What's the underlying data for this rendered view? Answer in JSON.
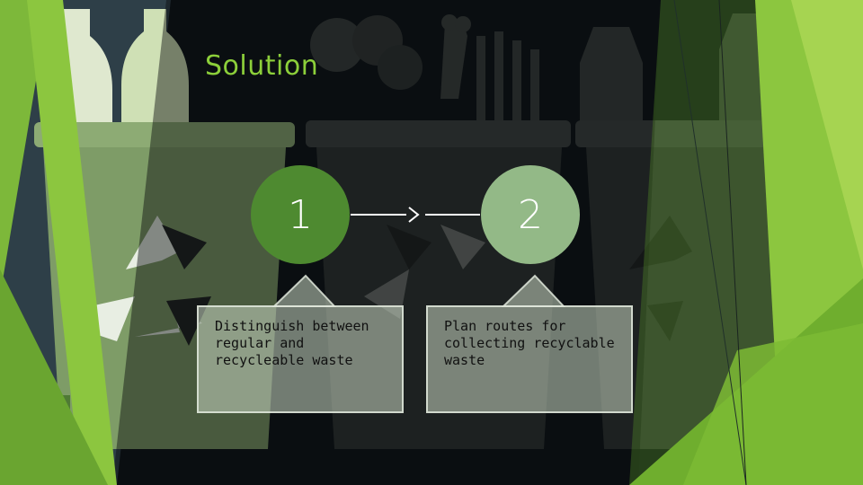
{
  "slide": {
    "title": "Solution",
    "steps": [
      {
        "number": "1",
        "text": "Distinguish between regular and recycleable waste"
      },
      {
        "number": "2",
        "text": "Plan routes for collecting recyclable waste"
      }
    ]
  },
  "colors": {
    "accent_green": "#8ccf3a",
    "step1_fill": "#4e8a30",
    "step2_fill": "#93b987",
    "background": "#0f1418"
  },
  "icons": [
    "recycle-icon",
    "bottle-icon",
    "vegetable-icon",
    "chicken-leg-icon",
    "asparagus-icon",
    "arrow-right-icon"
  ]
}
